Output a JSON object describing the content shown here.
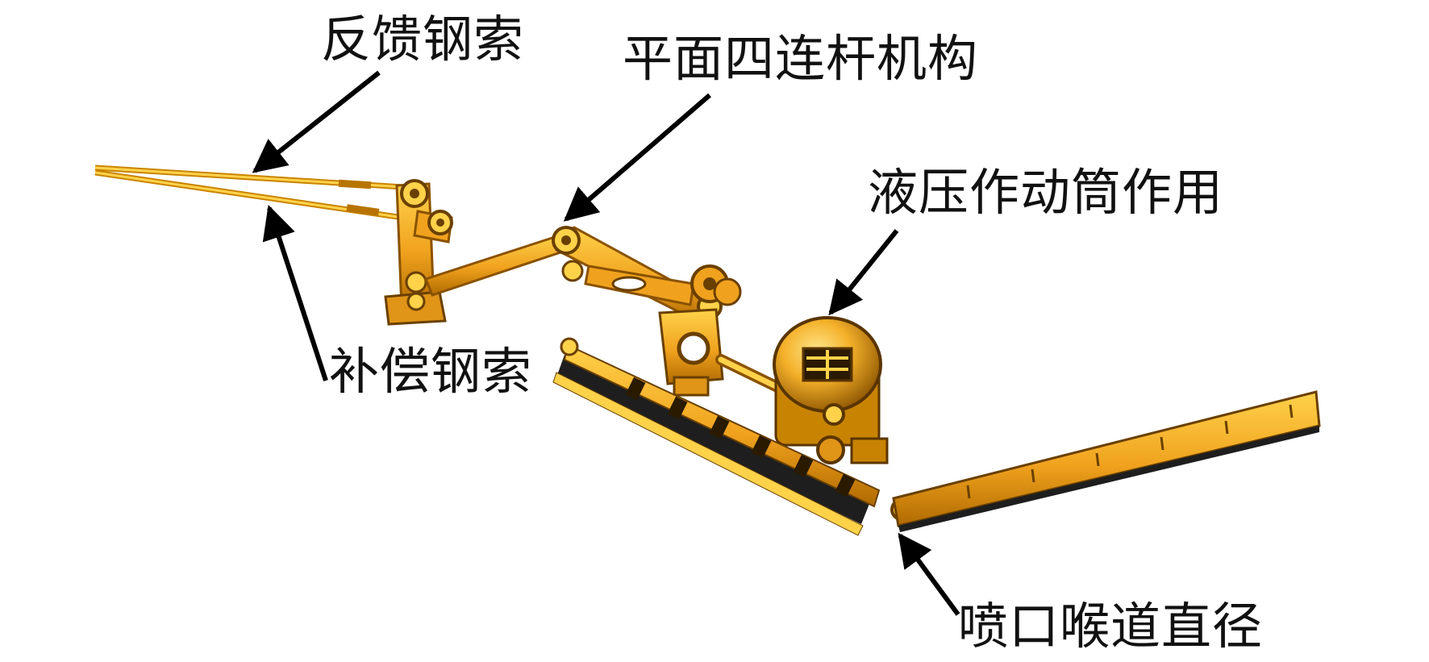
{
  "callouts": {
    "feedback_cable": "反馈钢索",
    "four_bar_linkage": "平面四连杆机构",
    "hydraulic_actuator": "液压作动筒作用",
    "compensation_cable": "补偿钢索",
    "nozzle_throat_diameter": "喷口喉道直径"
  },
  "colors": {
    "metal_main": "#f0a21e",
    "metal_light": "#ffd24a",
    "metal_dark": "#8a5200",
    "shadow": "#1e1e1e",
    "arrow": "#000000",
    "text": "#111111",
    "background": "#ffffff"
  }
}
